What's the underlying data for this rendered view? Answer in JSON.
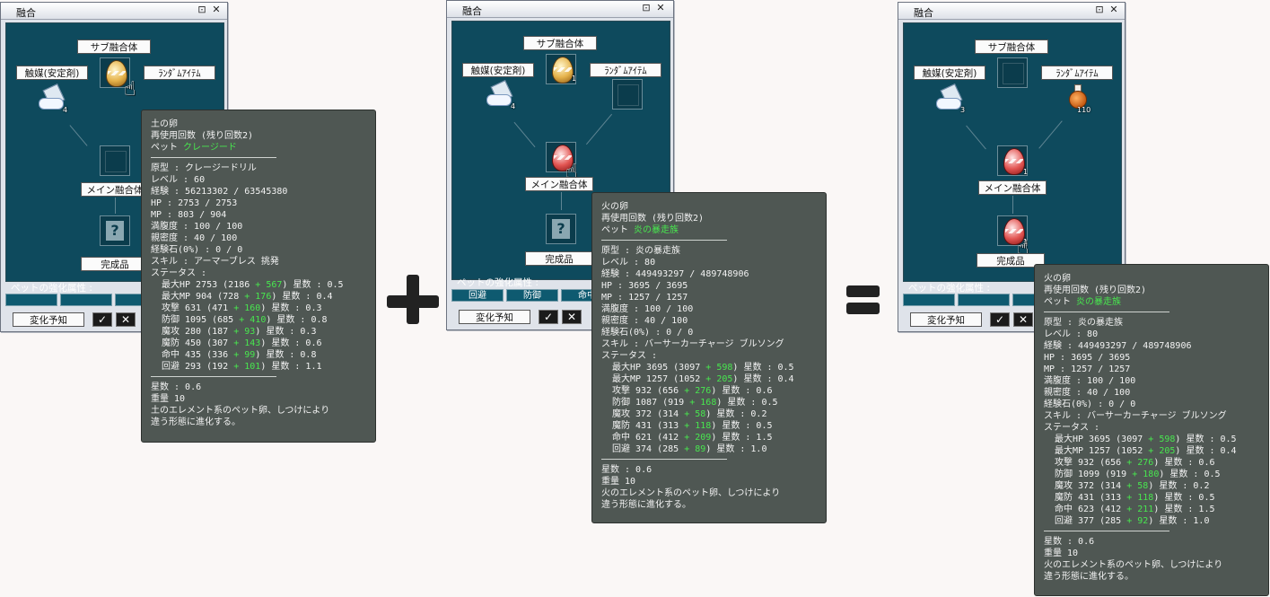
{
  "windows": [
    {
      "title": "融合",
      "sub_label": "サブ融合体",
      "catalyst_label": "触媒(安定剤)",
      "random_label": "ﾗﾝﾀﾞﾑｱｲﾃﾑ",
      "main_label": "メイン融合体",
      "result_label": "完成品",
      "catalyst_count": "4",
      "enhance_label": "ペットの強化属性 :",
      "enhance_cells": [
        "",
        "",
        ""
      ],
      "predict_button": "変化予知",
      "ok_icon": "check-icon",
      "cancel_icon": "close-icon"
    },
    {
      "title": "融合",
      "sub_label": "サブ融合体",
      "catalyst_label": "触媒(安定剤)",
      "random_label": "ﾗﾝﾀﾞﾑｱｲﾃﾑ",
      "main_label": "メイン融合体",
      "result_label": "完成品",
      "catalyst_count": "4",
      "sub_count": "1",
      "enhance_label": "ペットの強化属性 :",
      "enhance_cells": [
        "回避",
        "防御",
        "命中"
      ],
      "predict_button": "変化予知"
    },
    {
      "title": "融合",
      "sub_label": "サブ融合体",
      "catalyst_label": "触媒(安定剤)",
      "random_label": "ﾗﾝﾀﾞﾑｱｲﾃﾑ",
      "main_label": "メイン融合体",
      "result_label": "完成品",
      "catalyst_count": "3",
      "random_count": "110",
      "main_count": "1",
      "result_count": "1",
      "enhance_label": "ペットの強化属性 :",
      "enhance_cells": [
        "",
        "",
        ""
      ],
      "predict_button": "変化予知"
    }
  ],
  "tooltips": [
    {
      "name": "土の卵",
      "reuse": "再使用回数 (残り回数2)",
      "pet_prefix": "ペット ",
      "pet_name": "クレージード",
      "proto": "原型 : クレージードリル",
      "level": "レベル : 60",
      "exp": "経験 : 56213302 / 63545380",
      "hp": "HP : 2753 / 2753",
      "mp": "MP : 803 / 904",
      "fullness": "満腹度 : 100 / 100",
      "intimacy": "親密度 : 40 / 100",
      "expstone": "経験石(0%) : 0 / 0",
      "skill": "スキル : アーマーブレス 挑発",
      "status_head": "ステータス :",
      "stats": [
        {
          "a": "最大HP 2753 (2186 ",
          "g": "+ 567",
          "b": ") 星数 : 0.5"
        },
        {
          "a": "最大MP 904 (728 ",
          "g": "+ 176",
          "b": ") 星数 : 0.4"
        },
        {
          "a": "攻撃 631 (471 ",
          "g": "+ 160",
          "b": ") 星数 : 0.3"
        },
        {
          "a": "防御 1095 (685 ",
          "g": "+ 410",
          "b": ") 星数 : 0.8"
        },
        {
          "a": "魔攻 280 (187 ",
          "g": "+ 93",
          "b": ") 星数 : 0.3"
        },
        {
          "a": "魔防 450 (307 ",
          "g": "+ 143",
          "b": ") 星数 : 0.6"
        },
        {
          "a": "命中 435 (336 ",
          "g": "+ 99",
          "b": ") 星数 : 0.8"
        },
        {
          "a": "回避 293 (192 ",
          "g": "+ 101",
          "b": ") 星数 : 1.1"
        }
      ],
      "stars": "星数 : 0.6",
      "weight": "重量 10",
      "desc1": "土のエレメント系のペット卵、しつけにより",
      "desc2": "違う形態に進化する。"
    },
    {
      "name": "火の卵",
      "reuse": "再使用回数 (残り回数2)",
      "pet_prefix": "ペット ",
      "pet_name": "炎の暴走族",
      "proto": "原型 : 炎の暴走族",
      "level": "レベル : 80",
      "exp": "経験 : 449493297 / 489748906",
      "hp": "HP : 3695 / 3695",
      "mp": "MP : 1257 / 1257",
      "fullness": "満腹度 : 100 / 100",
      "intimacy": "親密度 : 40 / 100",
      "expstone": "経験石(0%) : 0 / 0",
      "skill": "スキル : バーサーカーチャージ ブルソング",
      "status_head": "ステータス :",
      "stats": [
        {
          "a": "最大HP 3695 (3097 ",
          "g": "+ 598",
          "b": ") 星数 : 0.5"
        },
        {
          "a": "最大MP 1257 (1052 ",
          "g": "+ 205",
          "b": ") 星数 : 0.4"
        },
        {
          "a": "攻撃 932 (656 ",
          "g": "+ 276",
          "b": ") 星数 : 0.6"
        },
        {
          "a": "防御 1087 (919 ",
          "g": "+ 168",
          "b": ") 星数 : 0.5"
        },
        {
          "a": "魔攻 372 (314 ",
          "g": "+ 58",
          "b": ") 星数 : 0.2"
        },
        {
          "a": "魔防 431 (313 ",
          "g": "+ 118",
          "b": ") 星数 : 0.5"
        },
        {
          "a": "命中 621 (412 ",
          "g": "+ 209",
          "b": ") 星数 : 1.5"
        },
        {
          "a": "回避 374 (285 ",
          "g": "+ 89",
          "b": ") 星数 : 1.0"
        }
      ],
      "stars": "星数 : 0.6",
      "weight": "重量 10",
      "desc1": "火のエレメント系のペット卵、しつけにより",
      "desc2": "違う形態に進化する。"
    },
    {
      "name": "火の卵",
      "reuse": "再使用回数 (残り回数2)",
      "pet_prefix": "ペット ",
      "pet_name": "炎の暴走族",
      "proto": "原型 : 炎の暴走族",
      "level": "レベル : 80",
      "exp": "経験 : 449493297 / 489748906",
      "hp": "HP : 3695 / 3695",
      "mp": "MP : 1257 / 1257",
      "fullness": "満腹度 : 100 / 100",
      "intimacy": "親密度 : 40 / 100",
      "expstone": "経験石(0%) : 0 / 0",
      "skill": "スキル : バーサーカーチャージ ブルソング",
      "status_head": "ステータス :",
      "stats": [
        {
          "a": "最大HP 3695 (3097 ",
          "g": "+ 598",
          "b": ") 星数 : 0.5"
        },
        {
          "a": "最大MP 1257 (1052 ",
          "g": "+ 205",
          "b": ") 星数 : 0.4"
        },
        {
          "a": "攻撃 932 (656 ",
          "g": "+ 276",
          "b": ") 星数 : 0.6"
        },
        {
          "a": "防御 1099 (919 ",
          "g": "+ 180",
          "b": ") 星数 : 0.5"
        },
        {
          "a": "魔攻 372 (314 ",
          "g": "+ 58",
          "b": ") 星数 : 0.2"
        },
        {
          "a": "魔防 431 (313 ",
          "g": "+ 118",
          "b": ") 星数 : 0.5"
        },
        {
          "a": "命中 623 (412 ",
          "g": "+ 211",
          "b": ") 星数 : 1.5"
        },
        {
          "a": "回避 377 (285 ",
          "g": "+ 92",
          "b": ") 星数 : 1.0"
        }
      ],
      "stars": "星数 : 0.6",
      "weight": "重量 10",
      "desc1": "火のエレメント系のペット卵、しつけにより",
      "desc2": "違う形態に進化する。"
    }
  ],
  "colors": {
    "panel": "#0e4a5d",
    "tooltip_bg": "#4f5753",
    "bonus_green": "#48e64f"
  }
}
